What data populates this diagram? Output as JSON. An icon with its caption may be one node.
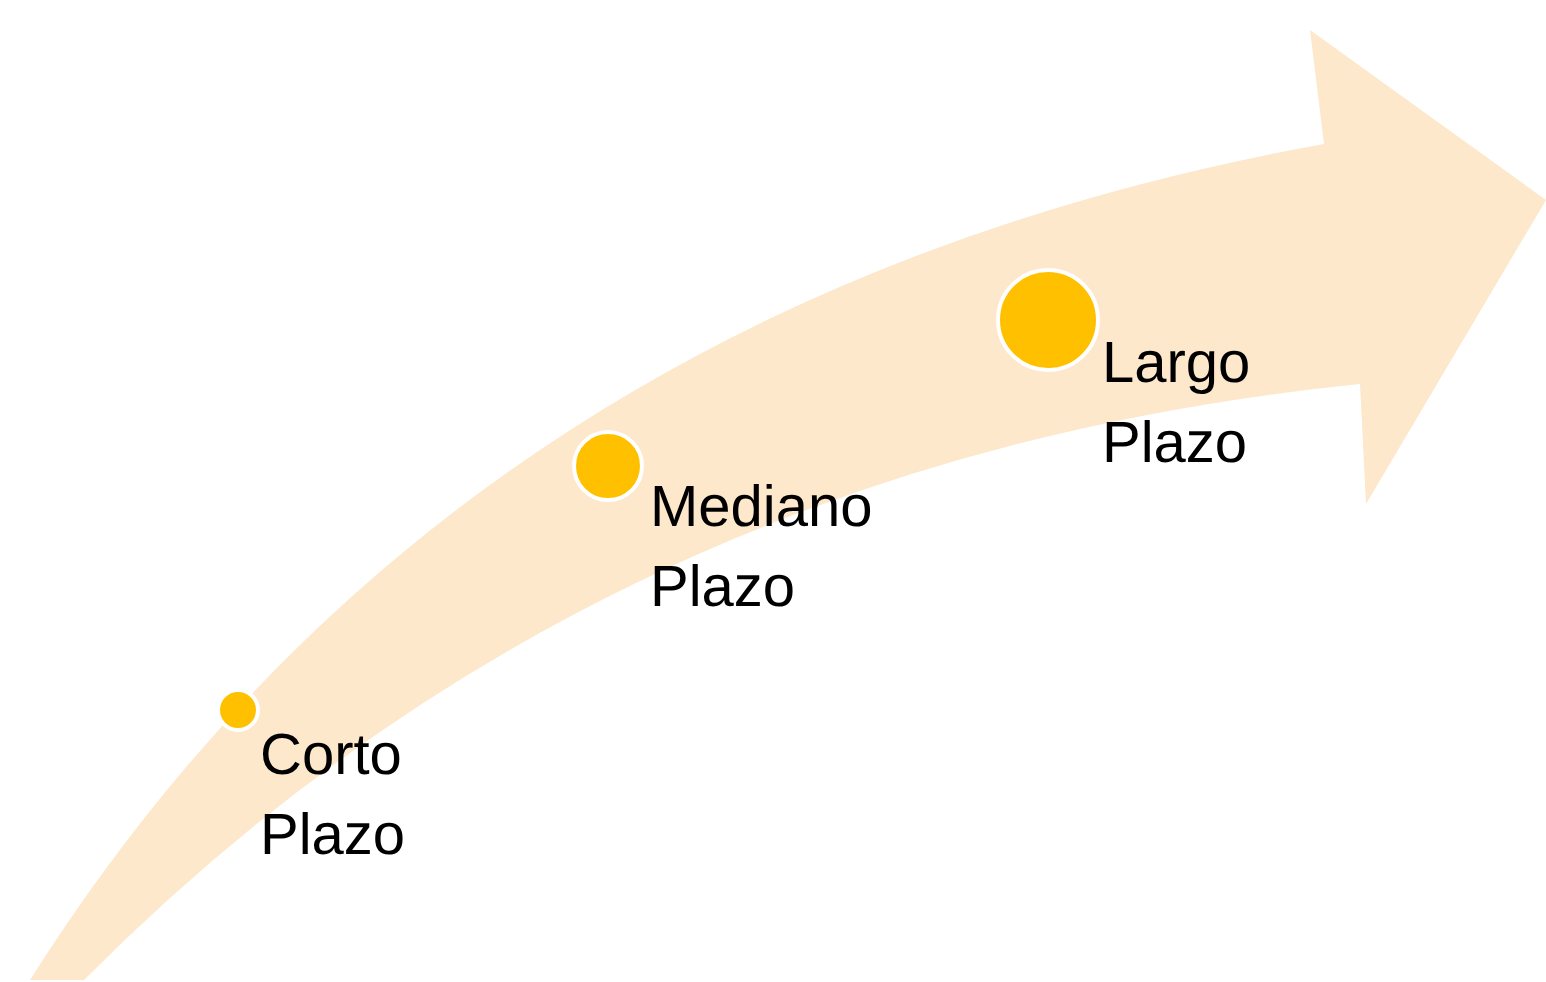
{
  "diagram": {
    "nodes": [
      {
        "text": [
          "Corto Plazo"
        ]
      },
      {
        "text": [
          "Mediano Plazo"
        ]
      },
      {
        "text": [
          "Largo Plazo"
        ]
      }
    ],
    "edges": []
  }
}
